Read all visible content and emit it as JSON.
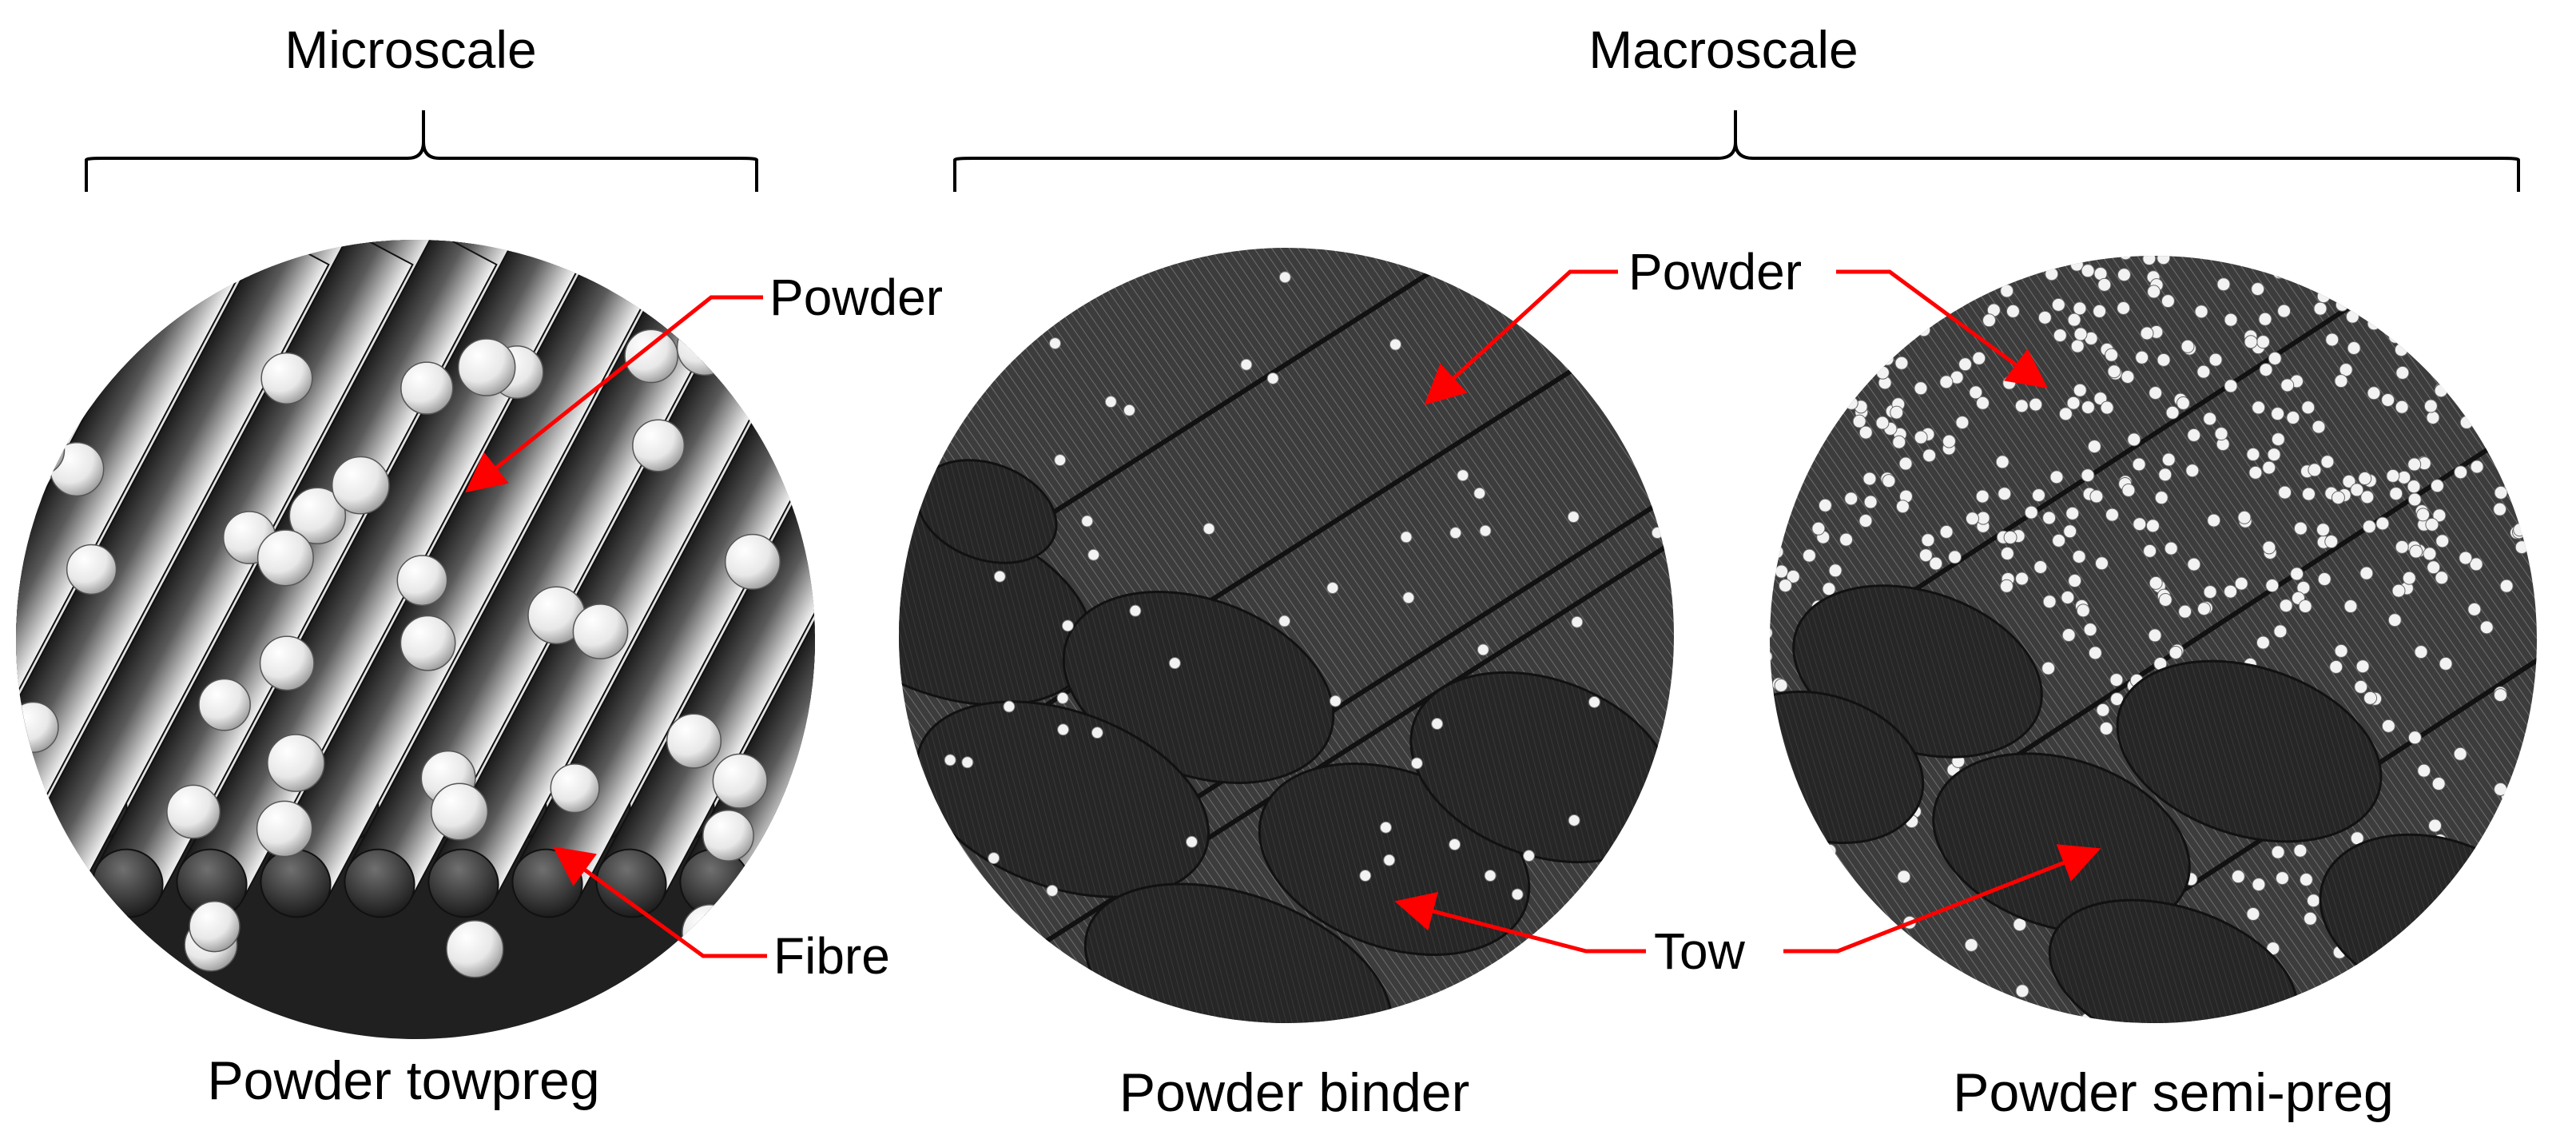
{
  "scales": {
    "micro": "Microscale",
    "macro": "Macroscale"
  },
  "callouts": {
    "powder_left": "Powder",
    "fibre": "Fibre",
    "powder_right": "Powder",
    "tow": "Tow"
  },
  "captions": {
    "towpreg": "Powder towpreg",
    "binder": "Powder binder",
    "semipreg": "Powder semi-preg"
  },
  "colors": {
    "arrow": "#ff0000",
    "tow_fill": "#2b2b2b",
    "background_dark": "#3a3a3a",
    "powder": "#f2f2f2"
  }
}
